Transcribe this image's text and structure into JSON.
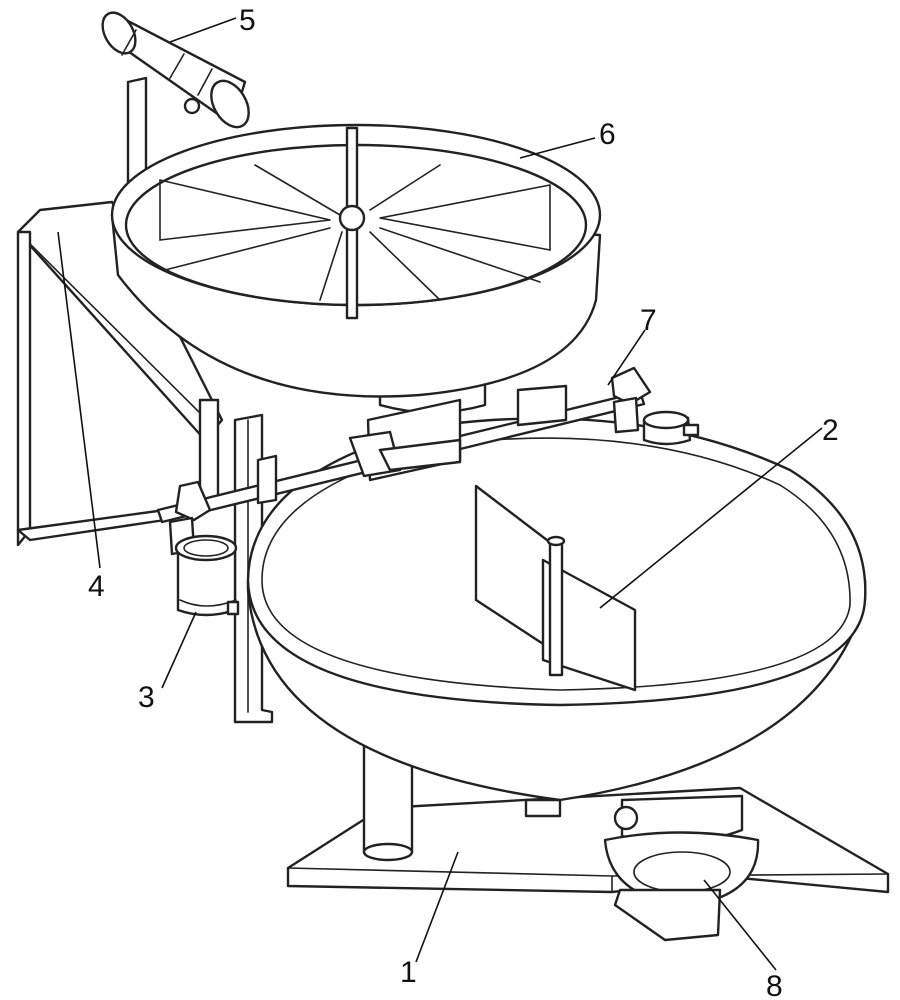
{
  "figure": {
    "labels": [
      {
        "id": "label-1",
        "text": "1"
      },
      {
        "id": "label-2",
        "text": "2"
      },
      {
        "id": "label-3",
        "text": "3"
      },
      {
        "id": "label-4",
        "text": "4"
      },
      {
        "id": "label-5",
        "text": "5"
      },
      {
        "id": "label-6",
        "text": "6"
      },
      {
        "id": "label-7",
        "text": "7"
      },
      {
        "id": "label-8",
        "text": "8"
      }
    ]
  }
}
